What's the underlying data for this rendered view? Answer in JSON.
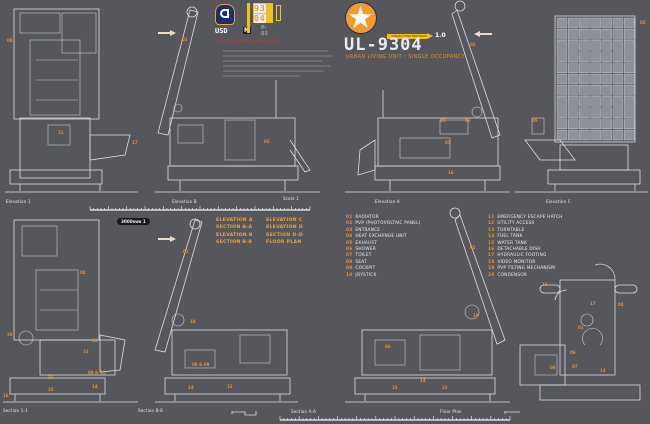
{
  "header": {
    "title": "UL-9304",
    "subtitle": "URBAN LIVING UNIT : SINGLE OCCUPANCY",
    "red_subtitle": "ALL-TERRAIN LIVING UNIT",
    "badge_number": [
      "93",
      "04"
    ],
    "badge_suffix": "P-03",
    "logo_label": "USD",
    "logo_letter": "M",
    "yellow_banner": "URBAN CONSTRUCTION",
    "yellow_banner_tag": "1.0",
    "star_emblem_color": "#f29a2e"
  },
  "views_top": [
    {
      "caption": "Elevation 1"
    },
    {
      "caption": "Elevation B"
    },
    {
      "caption": "Elevation A"
    },
    {
      "caption": "Elevation C"
    }
  ],
  "views_bottom": [
    {
      "caption": "Section 1-1"
    },
    {
      "caption": "Section B-B"
    },
    {
      "caption": "Section A-A"
    },
    {
      "caption": "Floor Plan"
    }
  ],
  "scale_label": "Scale 1",
  "pill_label": "3000mm 1",
  "legend_views": {
    "col1": [
      "ELEVATION A",
      "SECTION A-A",
      "ELEVATION B",
      "SECTION B-B"
    ],
    "col2": [
      "ELEVATION C",
      "ELEVATION D",
      "SECTION D-D",
      "FLOOR PLAN"
    ]
  },
  "components": {
    "col1": [
      {
        "num": "01",
        "label": "RADIATOR"
      },
      {
        "num": "02",
        "label": "PVP (PHOTOVOLTAIC PANEL)"
      },
      {
        "num": "03",
        "label": "ENTRANCE"
      },
      {
        "num": "04",
        "label": "HEAT EXCHANGE UNIT"
      },
      {
        "num": "05",
        "label": "EXHAUST"
      },
      {
        "num": "06",
        "label": "SHOWER"
      },
      {
        "num": "07",
        "label": "TOILET"
      },
      {
        "num": "08",
        "label": "SEAT"
      },
      {
        "num": "09",
        "label": "COCKPIT"
      },
      {
        "num": "10",
        "label": "JOYSTICK"
      }
    ],
    "col2": [
      {
        "num": "11",
        "label": "EMERGENCY ESCAPE HATCH"
      },
      {
        "num": "12",
        "label": "UTILITY ACCESS"
      },
      {
        "num": "13",
        "label": "TURNTABLE"
      },
      {
        "num": "14",
        "label": "FUEL TANK"
      },
      {
        "num": "15",
        "label": "WATER TANK"
      },
      {
        "num": "16",
        "label": "DETACHABLE DISH"
      },
      {
        "num": "17",
        "label": "HYDRAULIC FOOTING"
      },
      {
        "num": "18",
        "label": "VIDEO MONITOR"
      },
      {
        "num": "19",
        "label": "PVP TILTING MECHANISM"
      },
      {
        "num": "20",
        "label": "CONDENSOR"
      }
    ]
  },
  "callouts": {
    "elev1": [
      "08",
      "11",
      "17"
    ],
    "elevB": [
      "02",
      "03"
    ],
    "elevA": [
      "02",
      "05",
      "06",
      "01",
      "16"
    ],
    "elevC": [
      "02",
      "05"
    ],
    "sec11": [
      "04",
      "20",
      "11",
      "13",
      "16",
      "09 & 10",
      "14",
      "15",
      "16"
    ],
    "secBB": [
      "02",
      "19",
      "08 & 09",
      "14",
      "12"
    ],
    "secAA": [
      "02",
      "19",
      "06",
      "15",
      "14",
      "12"
    ],
    "plan": [
      "16",
      "17",
      "04",
      "01",
      "06",
      "07",
      "08",
      "13"
    ]
  }
}
